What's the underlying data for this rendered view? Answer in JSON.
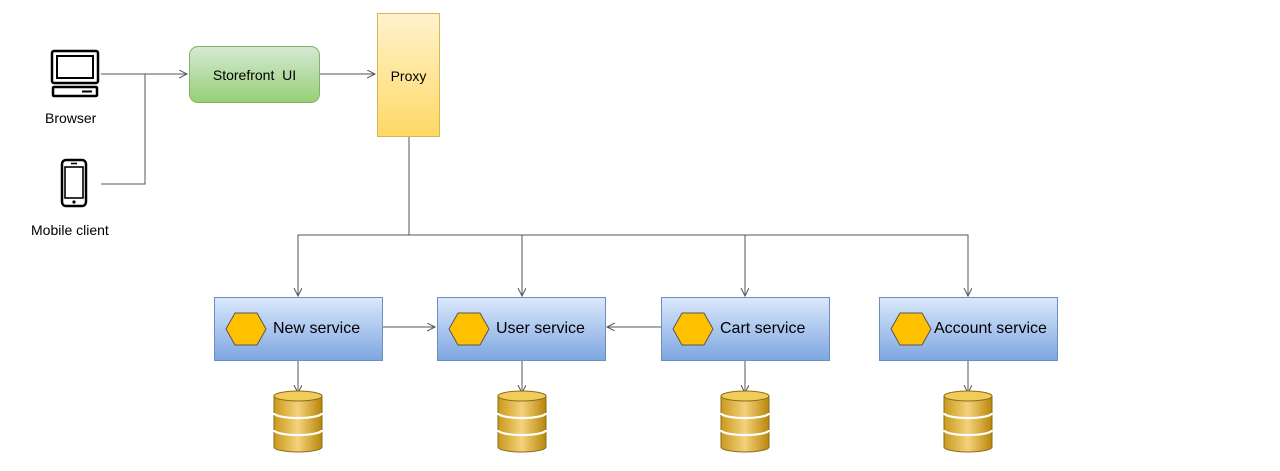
{
  "nodes": {
    "browser": "Browser",
    "mobile": "Mobile client",
    "storefront": "Storefront  UI",
    "proxy": "Proxy"
  },
  "services": [
    {
      "label": "New service"
    },
    {
      "label": "User service"
    },
    {
      "label": "Cart service"
    },
    {
      "label": "Account service"
    }
  ],
  "colors": {
    "storefront_fill_top": "#d5e8d4",
    "storefront_fill_bottom": "#97d077",
    "storefront_stroke": "#82b366",
    "proxy_fill_top": "#fff2cc",
    "proxy_fill_bottom": "#ffd966",
    "proxy_stroke": "#d6b656",
    "service_fill_top": "#dae8fc",
    "service_fill_bottom": "#7ea6e0",
    "service_stroke": "#6c8ebf",
    "hex_fill": "#ffc000",
    "database_fill": "#e8c040",
    "edge": "#555555"
  },
  "icons": {
    "browser": "computer-icon",
    "mobile": "mobile-phone-icon",
    "service": "hexagon-icon",
    "database": "database-icon"
  }
}
